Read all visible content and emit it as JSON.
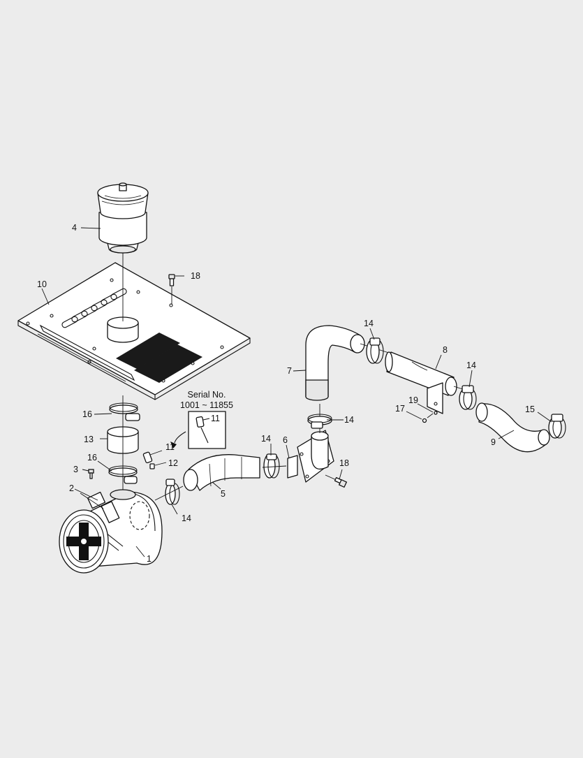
{
  "serial_box": {
    "line1": "Serial No.",
    "line2": "1001 ~ 11855",
    "callout": "11"
  },
  "callouts": {
    "c1": "1",
    "c2": "2",
    "c3": "3",
    "c4": "4",
    "c5": "5",
    "c6": "6",
    "c7": "7",
    "c8": "8",
    "c9": "9",
    "c10": "10",
    "c11": "11",
    "c12": "12",
    "c13": "13",
    "c14a": "14",
    "c14b": "14",
    "c14c": "14",
    "c14d": "14",
    "c14e": "14",
    "c15": "15",
    "c16a": "16",
    "c16b": "16",
    "c17": "17",
    "c18a": "18",
    "c18b": "18",
    "c19": "19"
  }
}
